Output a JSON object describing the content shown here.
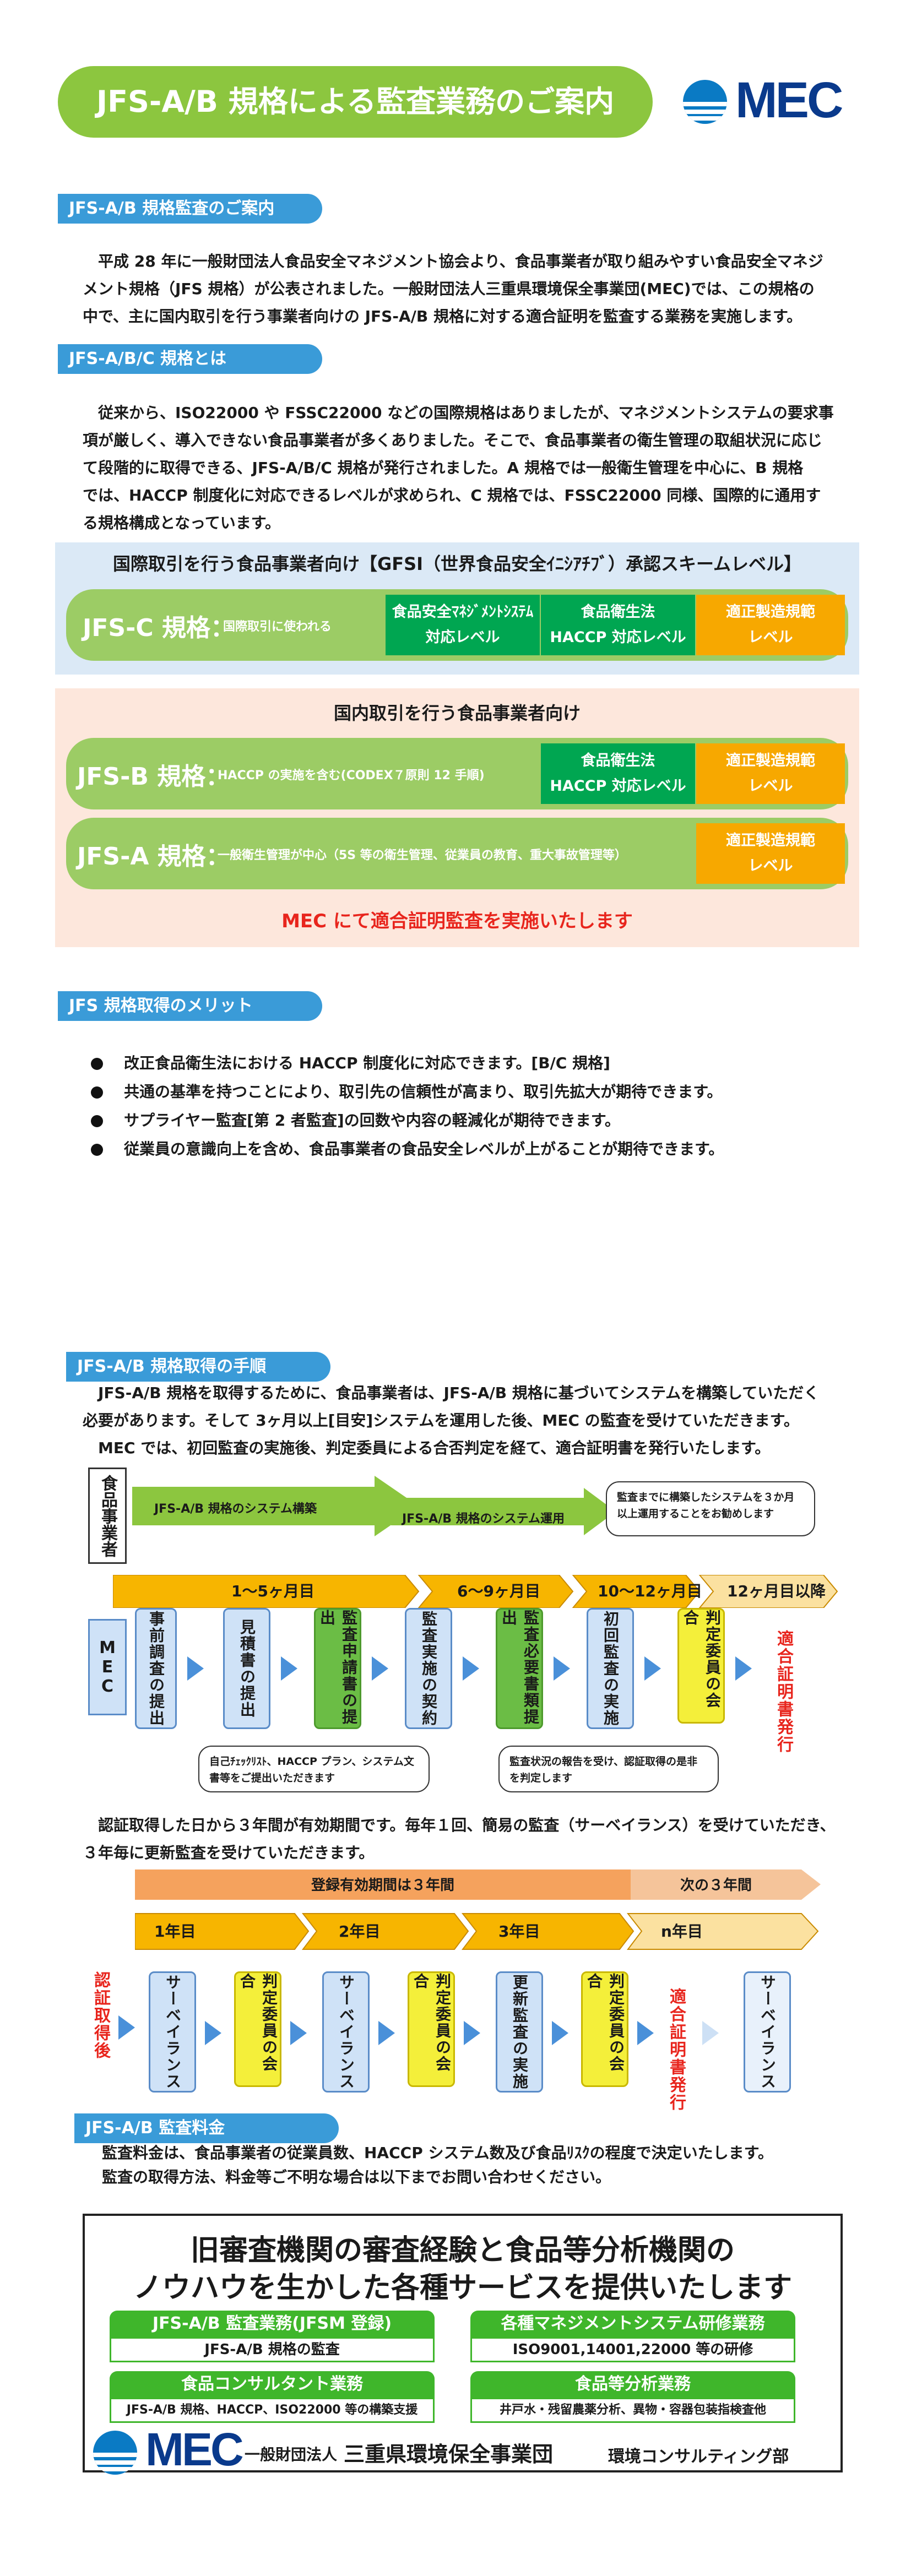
{
  "header": {
    "title": "JFS-A/B 規格による監査業務のご案内",
    "logo_text": "MEC"
  },
  "section1": {
    "heading": "JFS-A/B 規格監査のご案内",
    "lines": [
      "　平成 28 年に一般財団法人食品安全マネジメント協会より、食品事業者が取り組みやすい食品安全マネジ",
      "メント規格（JFS 規格）が公表されました。一般財団法人三重県環境保全事業団(MEC)では、この規格の",
      "中で、主に国内取引を行う事業者向けの JFS-A/B 規格に対する適合証明を監査する業務を実施します。"
    ]
  },
  "section2": {
    "heading": "JFS-A/B/C 規格とは",
    "lines": [
      "　従来から、ISO22000 や FSSC22000 などの国際規格はありましたが、マネジメントシステムの要求事",
      "項が厳しく、導入できない食品事業者が多くありました。そこで、食品事業者の衛生管理の取組状況に応じ",
      "て段階的に取得できる、JFS-A/B/C 規格が発行されました。A 規格では一般衛生管理を中心に、B 規格",
      "では、HACCP 制度化に対応できるレベルが求められ、C 規格では、FSSC22000 同様、国際的に通用す",
      "る規格構成となっています。"
    ],
    "intl_title": "国際取引を行う食品事業者向け【GFSI（世界食品安全ｲﾆｼｱﾁﾌﾞ）承認スキームレベル】",
    "jfs_c": {
      "label": "JFS-C 規格：",
      "note": "国際取引に使われる"
    },
    "cells": {
      "fsms": "食品安全ﾏﾈｼﾞﾒﾝﾄｼｽﾃﾑ\n対応レベル",
      "haccp": "食品衛生法\nHACCP 対応レベル",
      "gmp": "適正製造規範\nレベル"
    },
    "domestic_title": "国内取引を行う食品事業者向け",
    "jfs_b": {
      "label": "JFS-B 規格：",
      "note": "HACCP の実施を含む(CODEX７原則 12 手順)"
    },
    "jfs_a": {
      "label": "JFS-A 規格：",
      "note": "一般衛生管理が中心（5S 等の衛生管理、従業員の教育、重大事故管理等）"
    },
    "mec_note": "MEC にて適合証明監査を実施いたします"
  },
  "section3": {
    "heading": "JFS 規格取得のメリット",
    "bullets": [
      "改正食品衛生法における HACCP 制度化に対応できます。[B/C 規格]",
      "共通の基準を持つことにより、取引先の信頼性が高まり、取引先拡大が期待できます。",
      "サプライヤー監査[第 2 者監査]の回数や内容の軽減化が期待できます。",
      "従業員の意識向上を含め、食品事業者の食品安全レベルが上がることが期待できます。"
    ]
  },
  "section4": {
    "heading": "JFS-A/B 規格取得の手順",
    "lines": [
      "　JFS-A/B 規格を取得するために、食品事業者は、JFS-A/B 規格に基づいてシステムを構築していただく",
      "必要があります。そして 3ヶ月以上[目安]システムを運用した後、MEC の監査を受けていただきます。",
      "　MEC では、初回監査の実施後、判定委員による合否判定を経て、適合証明書を発行いたします。"
    ],
    "business_label": "食品事業者",
    "mec_label": "MEC",
    "arrow1": "JFS-A/B 規格のシステム構築",
    "arrow2": "JFS-A/B 規格のシステム運用",
    "bubble_top": "監査までに構築したシステムを３か月以上運用することをお勧めします",
    "timeline": [
      "1～5ヶ月目",
      "6～9ヶ月目",
      "10～12ヶ月目",
      "12ヶ月目以降"
    ],
    "steps": [
      "事前調査の提出",
      "見積書の提出",
      "監査申請書の提出",
      "監査実施の契約",
      "監査必要書類提出",
      "初回監査の実施",
      "判定委員の会合"
    ],
    "issue": "適合証明書発行",
    "bubble_left": "自己ﾁｪｯｸﾘｽﾄ、HACCP プラン、システム文書等をご提出いただきます",
    "bubble_right": "監査状況の報告を受け、認証取得の是非を判定します",
    "cycle_lines": [
      "　認証取得した日から３年間が有効期間です。毎年１回、簡易の監査（サーベイランス）を受けていただき、",
      "３年毎に更新監査を受けていただきます。"
    ],
    "valid_period": "登録有効期間は３年間",
    "next_period": "次の３年間",
    "years": [
      "1年目",
      "2年目",
      "3年目",
      "n年目"
    ],
    "after_label": "認証取得後",
    "cycle_steps": [
      "サーベイランス",
      "判定委員の会合",
      "サーベイランス",
      "判定委員の会合",
      "更新監査の実施",
      "判定委員の会合"
    ],
    "cycle_issue": "適合証明書発行",
    "cycle_last": "サーベイランス"
  },
  "section5": {
    "heading": "JFS-A/B 監査料金",
    "lines": [
      "監査料金は、食品事業者の従業員数、HACCP システム数及び食品ﾘｽｸの程度で決定いたします。",
      "監査の取得方法、料金等ご不明な場合は以下までお問い合わせください。"
    ]
  },
  "footer": {
    "headline1": "旧審査機関の審査経験と食品等分析機関の",
    "headline2": "ノウハウを生かした各種サービスを提供いたします",
    "services": [
      {
        "title": "JFS-A/B 監査業務(JFSM 登録)",
        "detail": "JFS-A/B 規格の監査"
      },
      {
        "title": "各種マネジメントシステム研修業務",
        "detail": "ISO9001,14001,22000 等の研修"
      },
      {
        "title": "食品コンサルタント業務",
        "detail": "JFS-A/B 規格、HACCP、ISO22000 等の構築支援"
      },
      {
        "title": "食品等分析業務",
        "detail": "井戸水・残留農薬分析、異物・容器包装指検査他"
      }
    ],
    "org_prefix": "一般財団法人",
    "org_name": "三重県環境保全事業団",
    "dept": "環境コンサルティング部"
  },
  "colors": {
    "green": "#8cc63f",
    "blue": "#3a9bd8",
    "dark_green": "#00a651",
    "orange": "#f7a800",
    "red": "#e8251d"
  }
}
